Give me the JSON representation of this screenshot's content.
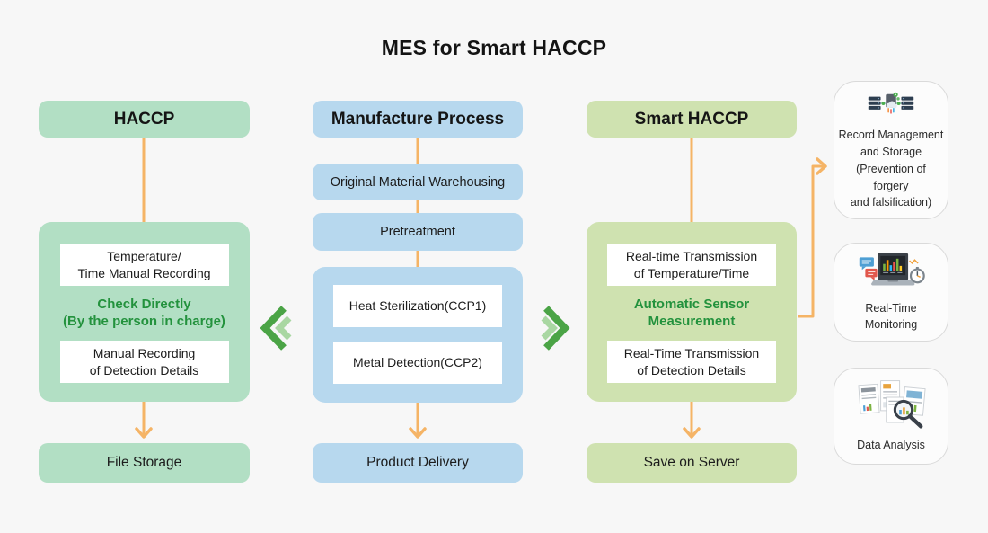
{
  "title": "MES for Smart HACCP",
  "colors": {
    "panel_green": "#b2dfc4",
    "panel_blue": "#b7d8ee",
    "panel_olive": "#cfe2b0",
    "connector_orange": "#f5b466",
    "accent_text_green": "#23923d",
    "chevron_dark_green": "#4ba446",
    "chevron_light_green": "#a9d7a2",
    "feature_box_bg": "#fcfcfc"
  },
  "haccp": {
    "header": "HACCP",
    "item1": "Temperature/\nTime Manual Recording",
    "highlight": "Check Directly\n(By the person in charge)",
    "item2": "Manual Recording\nof Detection Details",
    "footer": "File Storage"
  },
  "manufacture": {
    "header": "Manufacture Process",
    "step1": "Original Material Warehousing",
    "step2": "Pretreatment",
    "ccp1": "Heat Sterilization(CCP1)",
    "ccp2": "Metal Detection(CCP2)",
    "footer": "Product Delivery"
  },
  "smart_haccp": {
    "header": "Smart HACCP",
    "item1": "Real-time Transmission\nof Temperature/Time",
    "highlight": "Automatic Sensor\nMeasurement",
    "item2": "Real-Time Transmission\nof Detection Details",
    "footer": "Save on Server"
  },
  "features": [
    {
      "icon": "server-sync-icon",
      "label": "Record Management\nand Storage\n(Prevention of forgery\nand falsification)"
    },
    {
      "icon": "monitoring-icon",
      "label": "Real-Time\nMonitoring"
    },
    {
      "icon": "data-analysis-icon",
      "label": "Data Analysis"
    }
  ]
}
